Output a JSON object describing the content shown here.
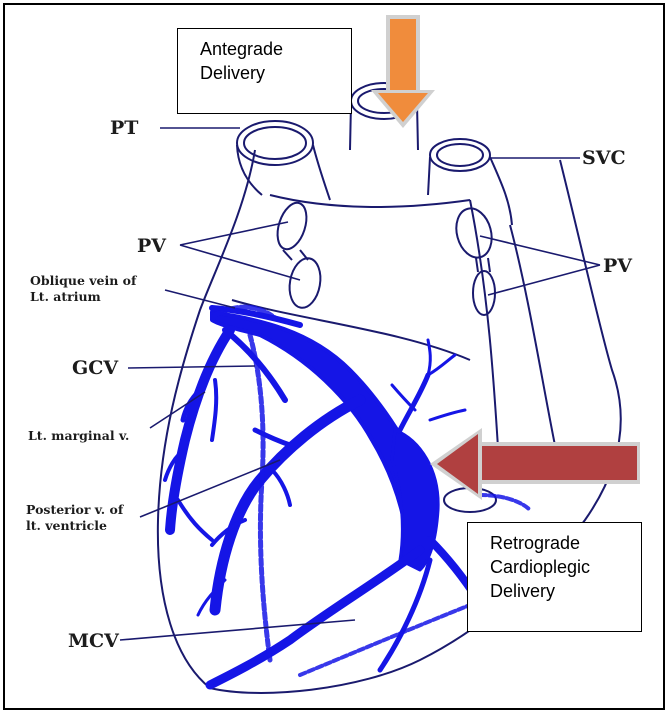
{
  "callouts": {
    "antegrade": [
      "Antegrade",
      "Delivery"
    ],
    "retrograde": [
      "Retrograde",
      "Cardioplegic",
      "Delivery"
    ]
  },
  "labels": {
    "pt": "PT",
    "svc": "SVC",
    "pv_left": "PV",
    "pv_right": "PV",
    "oblique_vein": [
      "Oblique vein of",
      "Lt. atrium"
    ],
    "gcv": "GCV",
    "lt_marginal": "Lt. marginal v.",
    "posterior_v": [
      "Posterior v. of",
      "lt. ventricle"
    ],
    "mcv": "MCV"
  },
  "colors": {
    "vein_blue": "#1515e6",
    "outline": "#1a1a6e",
    "antegrade_arrow": "#f08c3c",
    "retrograde_arrow": "#b04040"
  }
}
